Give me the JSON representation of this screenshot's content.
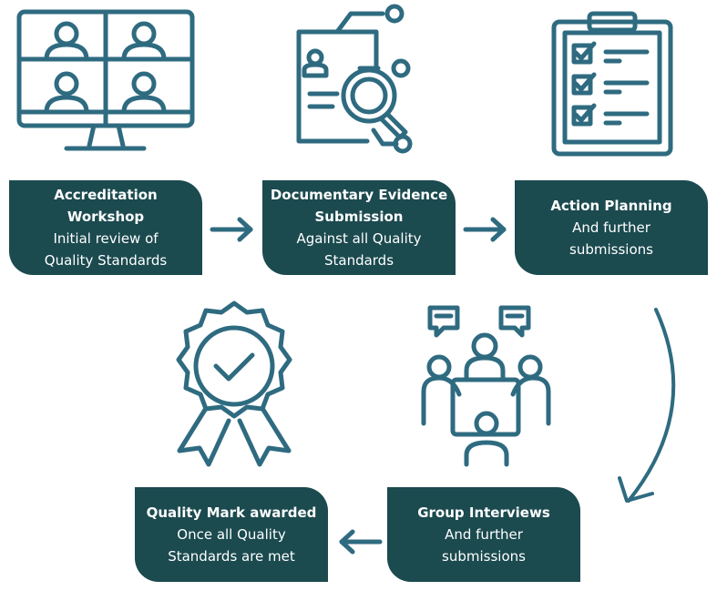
{
  "steps": [
    {
      "title": "Accreditation Workshop",
      "subtitle": "Initial review of Quality Standards",
      "icon": "video-call-icon"
    },
    {
      "title": "Documentary Evidence Submission",
      "subtitle": "Against all Quality Standards",
      "icon": "document-search-icon"
    },
    {
      "title": "Action Planning",
      "subtitle": "And further submissions",
      "icon": "checklist-clipboard-icon"
    },
    {
      "title": "Group Interviews",
      "subtitle": "And further submissions",
      "icon": "group-meeting-icon"
    },
    {
      "title": "Quality Mark awarded",
      "subtitle": "Once all Quality Standards are met",
      "icon": "award-badge-icon"
    }
  ],
  "colors": {
    "box": "#1b4a4f",
    "icon": "#2f6b80",
    "text": "#ffffff"
  }
}
